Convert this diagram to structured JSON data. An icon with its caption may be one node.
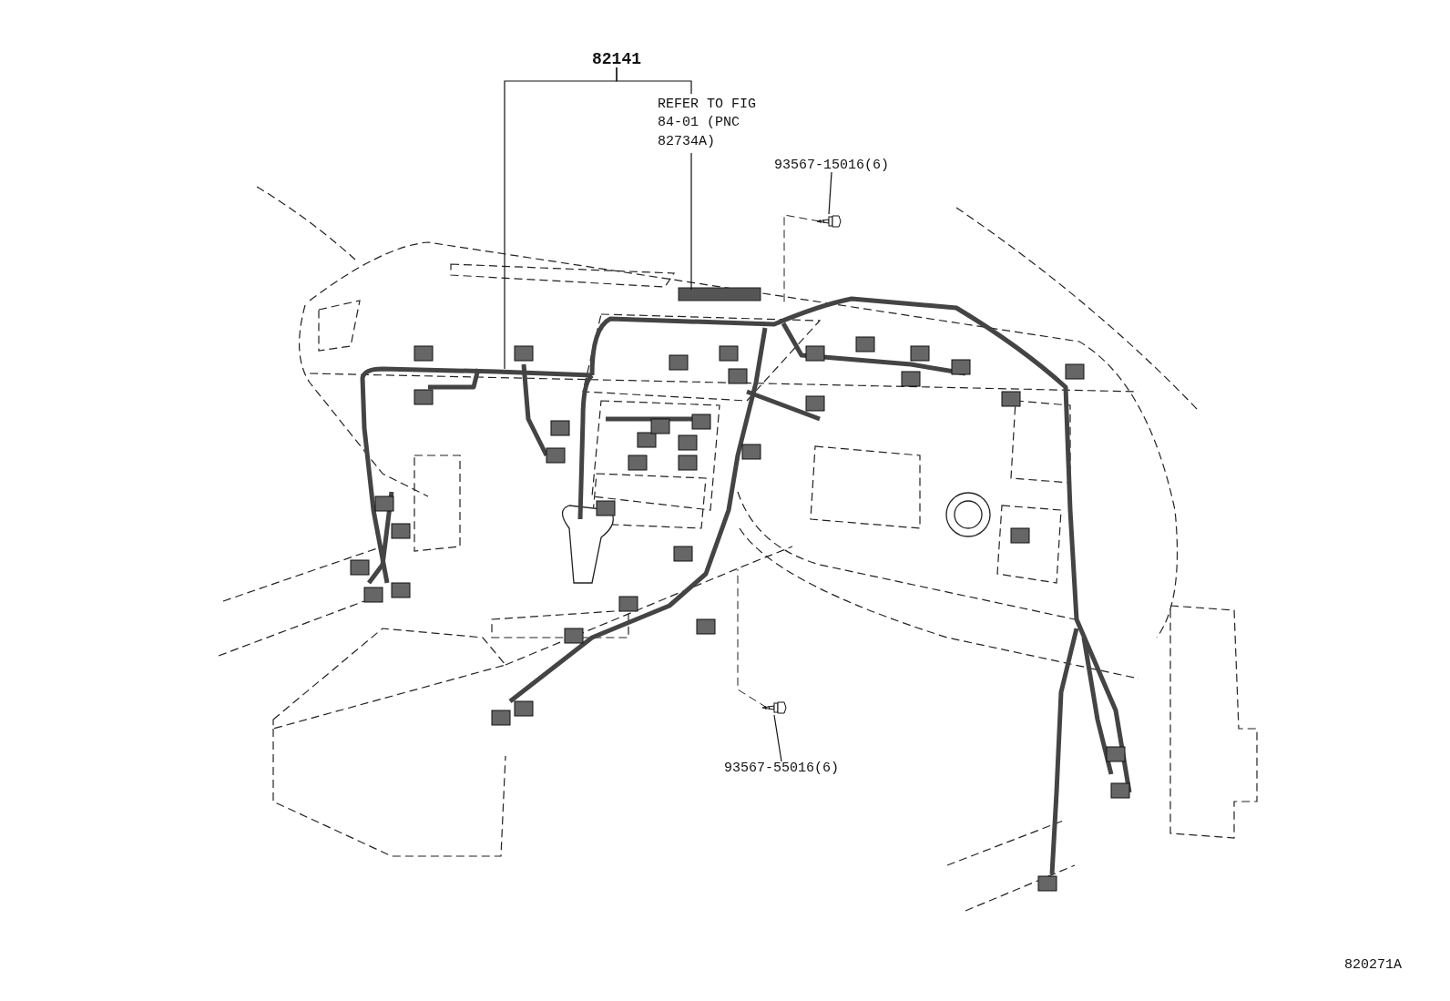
{
  "diagram": {
    "nodes": [
      {
        "text": [
          "82141"
        ]
      },
      {
        "text": [
          "93567-15016(6)"
        ]
      },
      {
        "text": [],
        "shape": "picture"
      },
      {
        "text": [],
        "shape": "picture"
      },
      {
        "text": [
          "93567-55016(6)"
        ]
      }
    ],
    "edges": [
      {
        "from": 0,
        "to": null,
        "arrow": "none"
      },
      {
        "from": 0,
        "to": null,
        "arrow": "none"
      },
      {
        "from": 1,
        "to": 2,
        "arrow": "none"
      },
      {
        "from": 4,
        "to": 3,
        "arrow": "none"
      }
    ],
    "labels": [
      "REFER TO FIG 84-01 (PNC 82734A)",
      "820271A"
    ]
  }
}
